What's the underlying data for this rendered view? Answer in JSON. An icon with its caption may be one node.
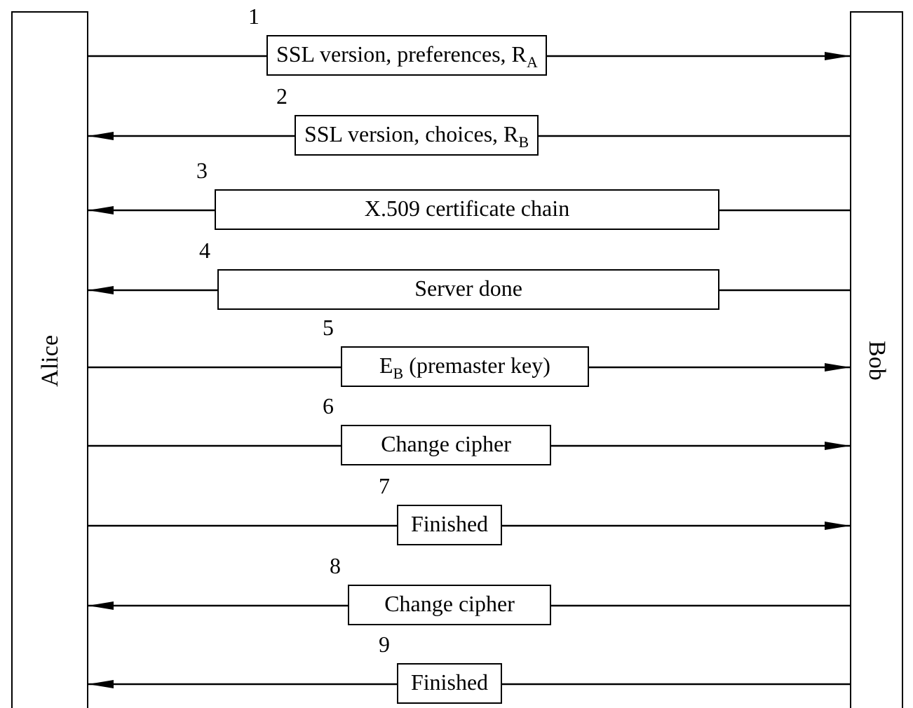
{
  "diagram": {
    "nodes": [
      {
        "text": [
          "Alice"
        ]
      },
      {
        "text": [
          "Bob"
        ]
      }
    ],
    "edges": [
      {
        "from": 0,
        "to": 1,
        "arrow": "to",
        "label": "SSL version, preferences, R$_{A}$"
      },
      {
        "from": 1,
        "to": 0,
        "arrow": "to",
        "label": "SSL version, choices, R$_{B}$"
      },
      {
        "from": 1,
        "to": 0,
        "arrow": "to",
        "label": "X.509 certificate chain"
      },
      {
        "from": 1,
        "to": 0,
        "arrow": "to",
        "label": "Server done"
      },
      {
        "from": 0,
        "to": 1,
        "arrow": "to",
        "label": "E$_{B}$ (premaster key)"
      },
      {
        "from": 0,
        "to": 1,
        "arrow": "to",
        "label": "Change cipher"
      },
      {
        "from": 0,
        "to": 1,
        "arrow": "to",
        "label": "Finished"
      },
      {
        "from": 1,
        "to": 0,
        "arrow": "to",
        "label": "Change cipher"
      },
      {
        "from": 1,
        "to": 0,
        "arrow": "to",
        "label": "Finished"
      }
    ],
    "labels": [
      "1",
      "2",
      "3",
      "4",
      "5",
      "6",
      "7",
      "8",
      "9"
    ]
  }
}
